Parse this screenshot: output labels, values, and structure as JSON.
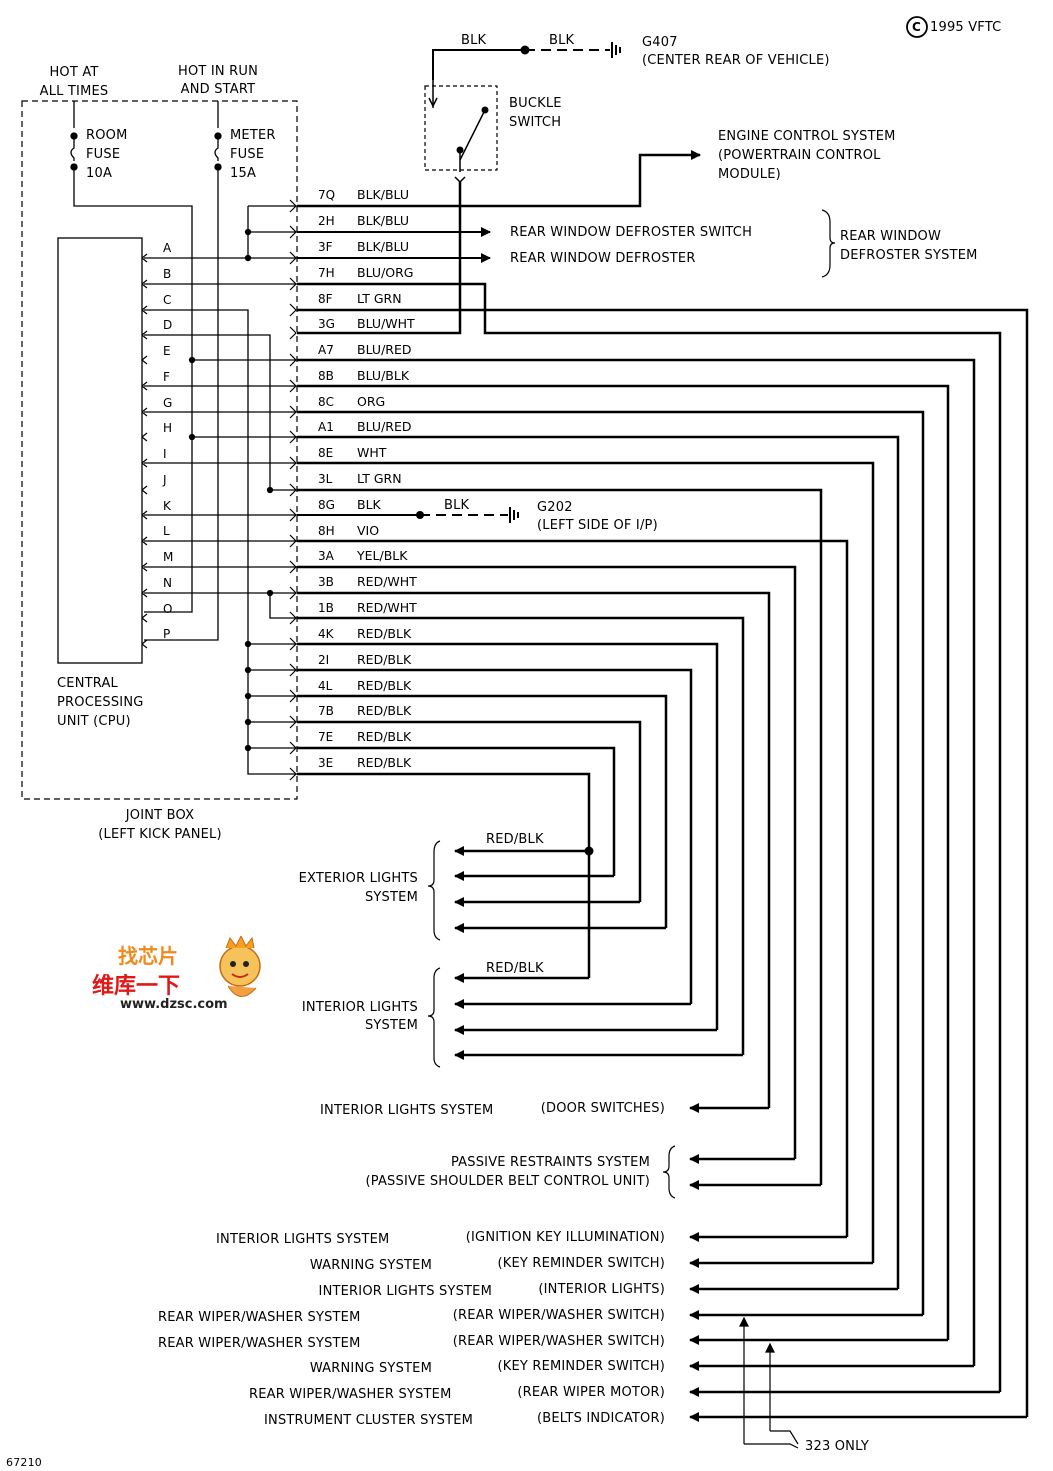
{
  "copyright": "1995 VFTC",
  "copyright_symbol": "C",
  "figure_number": "67210",
  "top": {
    "blk1": "BLK",
    "blk2": "BLK",
    "g407": "G407",
    "g407_desc": "(CENTER REAR OF VEHICLE)",
    "buckle": [
      "BUCKLE",
      "SWITCH"
    ],
    "engine": [
      "ENGINE CONTROL SYSTEM",
      "(POWERTRAIN CONTROL",
      "MODULE)"
    ],
    "rwd_switch": "REAR WINDOW DEFROSTER SWITCH",
    "rwd": "REAR WINDOW DEFROSTER",
    "rwd_system": [
      "REAR WINDOW",
      "DEFROSTER SYSTEM"
    ]
  },
  "power": {
    "hot_always": [
      "HOT AT",
      "ALL TIMES"
    ],
    "hot_run": [
      "HOT IN RUN",
      "AND START"
    ],
    "room_fuse": [
      "ROOM",
      "FUSE",
      "10A"
    ],
    "meter_fuse": [
      "METER",
      "FUSE",
      "15A"
    ]
  },
  "cpu": {
    "label": [
      "CENTRAL",
      "PROCESSING",
      "UNIT (CPU)"
    ],
    "pins": [
      "A",
      "B",
      "C",
      "D",
      "E",
      "F",
      "G",
      "H",
      "I",
      "J",
      "K",
      "L",
      "M",
      "N",
      "O",
      "P"
    ]
  },
  "joint_box": [
    "JOINT BOX",
    "(LEFT KICK PANEL)"
  ],
  "connectors": [
    {
      "cav": "7Q",
      "color": "BLK/BLU"
    },
    {
      "cav": "2H",
      "color": "BLK/BLU"
    },
    {
      "cav": "3F",
      "color": "BLK/BLU"
    },
    {
      "cav": "7H",
      "color": "BLU/ORG"
    },
    {
      "cav": "8F",
      "color": "LT GRN"
    },
    {
      "cav": "3G",
      "color": "BLU/WHT"
    },
    {
      "cav": "A7",
      "color": "BLU/RED"
    },
    {
      "cav": "8B",
      "color": "BLU/BLK"
    },
    {
      "cav": "8C",
      "color": "ORG"
    },
    {
      "cav": "A1",
      "color": "BLU/RED"
    },
    {
      "cav": "8E",
      "color": "WHT"
    },
    {
      "cav": "3L",
      "color": "LT GRN"
    },
    {
      "cav": "8G",
      "color": "BLK"
    },
    {
      "cav": "8H",
      "color": "VIO"
    },
    {
      "cav": "3A",
      "color": "YEL/BLK"
    },
    {
      "cav": "3B",
      "color": "RED/WHT"
    },
    {
      "cav": "1B",
      "color": "RED/WHT"
    },
    {
      "cav": "4K",
      "color": "RED/BLK"
    },
    {
      "cav": "2I",
      "color": "RED/BLK"
    },
    {
      "cav": "4L",
      "color": "RED/BLK"
    },
    {
      "cav": "7B",
      "color": "RED/BLK"
    },
    {
      "cav": "7E",
      "color": "RED/BLK"
    },
    {
      "cav": "3E",
      "color": "RED/BLK"
    }
  ],
  "g202": {
    "wire": "BLK",
    "name": "G202",
    "desc": "(LEFT SIDE OF I/P)"
  },
  "lights": {
    "red_blk_1": "RED/BLK",
    "red_blk_2": "RED/BLK",
    "exterior": [
      "EXTERIOR LIGHTS",
      "SYSTEM"
    ],
    "interior": [
      "INTERIOR LIGHTS",
      "SYSTEM"
    ]
  },
  "outputs": [
    {
      "system": "INTERIOR LIGHTS SYSTEM",
      "component": "(DOOR SWITCHES)"
    },
    {
      "system": "PASSIVE RESTRAINTS SYSTEM",
      "component": ""
    },
    {
      "system": "(PASSIVE SHOULDER BELT CONTROL UNIT)",
      "component": ""
    },
    {
      "system": "INTERIOR LIGHTS SYSTEM",
      "component": "(IGNITION KEY ILLUMINATION)"
    },
    {
      "system": "WARNING SYSTEM",
      "component": "(KEY REMINDER SWITCH)"
    },
    {
      "system": "INTERIOR LIGHTS SYSTEM",
      "component": "(INTERIOR LIGHTS)"
    },
    {
      "system": "REAR WIPER/WASHER SYSTEM",
      "component": "(REAR WIPER/WASHER SWITCH)"
    },
    {
      "system": "REAR WIPER/WASHER SYSTEM",
      "component": "(REAR WIPER/WASHER SWITCH)"
    },
    {
      "system": "WARNING SYSTEM",
      "component": "(KEY REMINDER SWITCH)"
    },
    {
      "system": "REAR WIPER/WASHER SYSTEM",
      "component": "(REAR WIPER MOTOR)"
    },
    {
      "system": "INSTRUMENT CLUSTER SYSTEM",
      "component": "(BELTS INDICATOR)"
    }
  ],
  "note_323": "323 ONLY",
  "watermark": {
    "top": "找芯片",
    "cn": "维库一下",
    "url": "www.dzsc.com"
  }
}
